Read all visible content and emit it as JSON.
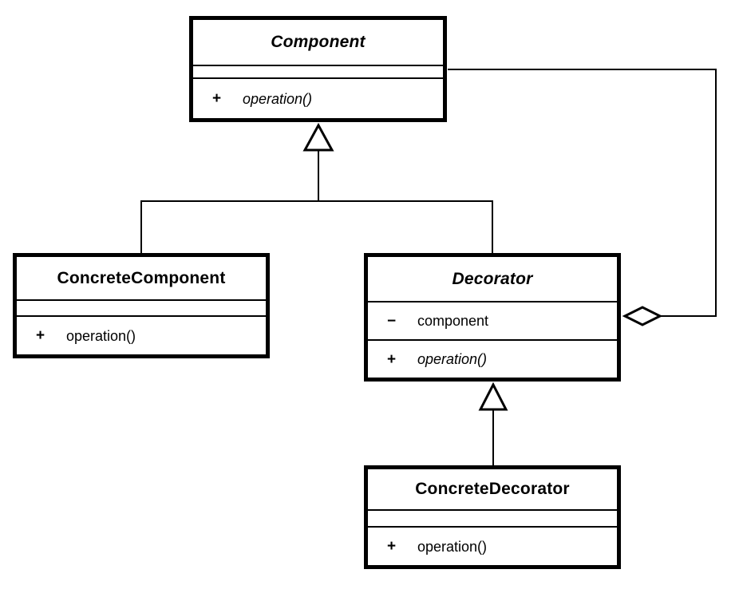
{
  "colors": {
    "line": "#000000",
    "fill": "#ffffff"
  },
  "classes": {
    "component": {
      "name": "Component",
      "abstract": true,
      "methods": [
        {
          "visibility": "+",
          "name": "operation()",
          "abstract": true
        }
      ]
    },
    "concreteComponent": {
      "name": "ConcreteComponent",
      "abstract": false,
      "methods": [
        {
          "visibility": "+",
          "name": "operation()",
          "abstract": false
        }
      ]
    },
    "decorator": {
      "name": "Decorator",
      "abstract": true,
      "attributes": [
        {
          "visibility": "−",
          "name": "component"
        }
      ],
      "methods": [
        {
          "visibility": "+",
          "name": "operation()",
          "abstract": true
        }
      ]
    },
    "concreteDecorator": {
      "name": "ConcreteDecorator",
      "abstract": false,
      "methods": [
        {
          "visibility": "+",
          "name": "operation()",
          "abstract": false
        }
      ]
    }
  },
  "relationships": [
    {
      "type": "generalization",
      "from": "ConcreteComponent",
      "to": "Component"
    },
    {
      "type": "generalization",
      "from": "Decorator",
      "to": "Component"
    },
    {
      "type": "generalization",
      "from": "ConcreteDecorator",
      "to": "Decorator"
    },
    {
      "type": "aggregation",
      "from": "Decorator",
      "to": "Component"
    }
  ]
}
